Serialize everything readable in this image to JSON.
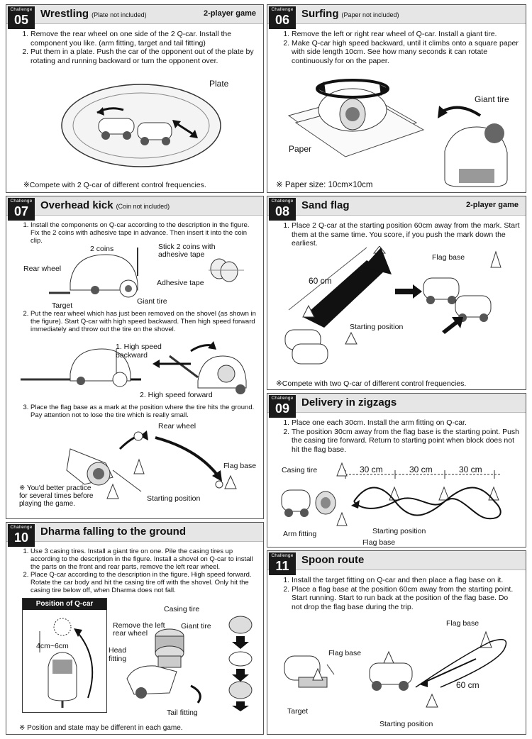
{
  "panels": {
    "c05": {
      "label": "Challenge",
      "num": "05",
      "title": "Wrestling",
      "note": "(Plate not included)",
      "badge": "2-player game",
      "steps": [
        "Remove the rear wheel on one side of the 2 Q-car. Install the component you like. (arm fitting, target and tail fitting)",
        "Put them in a plate. Push the car of the opponent out of the plate by rotating and running backward or turn the opponent over."
      ],
      "labels": {
        "plate": "Plate"
      },
      "footnote": "※Compete with 2 Q-car of different control frequencies."
    },
    "c06": {
      "label": "Challenge",
      "num": "06",
      "title": "Surfing",
      "note": "(Paper not included)",
      "steps": [
        "Remove the left or right rear wheel of Q-car. Install a giant tire.",
        "Make Q-car high speed backward, until it climbs onto a square paper with side length 10cm. See how many seconds it can rotate continuously for on the paper."
      ],
      "labels": {
        "giant_tire": "Giant tire",
        "paper": "Paper"
      },
      "footnote": "※  Paper size: 10cm×10cm"
    },
    "c07": {
      "label": "Challenge",
      "num": "07",
      "title": "Overhead kick",
      "note": "(Coin not included)",
      "steps": [
        "Install the components on Q-car according to the description in the figure. Fix the 2 coins with adhesive tape in advance. Then insert it into the coin clip.",
        "Put the rear wheel which has just been removed on the shovel (as shown in the figure). Start Q-car with high speed backward. Then high speed forward immediately and throw out the tire on the shovel.",
        "Place the flag base as a mark at the position where the tire hits the ground. Pay attention not to lose the tire which is really small."
      ],
      "labels": {
        "coins": "2 coins",
        "stick": "Stick 2 coins with adhesive tape",
        "rear_wheel": "Rear wheel",
        "adhesive": "Adhesive tape",
        "target": "Target",
        "giant_tire": "Giant tire",
        "high_back": "1. High speed backward",
        "high_fwd": "2. High speed forward",
        "rear_wheel2": "Rear wheel",
        "flag_base": "Flag base",
        "start": "Starting position"
      },
      "footnote": "※  You'd better practice for several times before playing the game."
    },
    "c08": {
      "label": "Challenge",
      "num": "08",
      "title": "Sand flag",
      "badge": "2-player game",
      "steps": [
        "Place 2 Q-car at the starting position 60cm away from the mark. Start them at the same time. You score, if you push the mark down the earliest."
      ],
      "labels": {
        "dist": "60 cm",
        "flag_base": "Flag base",
        "start": "Starting position"
      },
      "footnote": "※Compete with two Q-car of different control frequencies."
    },
    "c09": {
      "label": "Challenge",
      "num": "09",
      "title": "Delivery in zigzags",
      "steps": [
        "Place one each 30cm. Install the arm fitting on Q-car.",
        "The position 30cm away from the flag base is the starting point. Push the casing tire forward. Return to starting point when block does not hit the flag base."
      ],
      "labels": {
        "casing": "Casing tire",
        "d1": "30 cm",
        "d2": "30 cm",
        "d3": "30 cm",
        "start": "Starting position",
        "arm": "Arm fitting",
        "flag_base": "Flag base"
      }
    },
    "c10": {
      "label": "Challenge",
      "num": "10",
      "title": "Dharma falling to the ground",
      "steps": [
        "Use 3 casing tires. Install a giant tire on one. Pile the casing tires up according to the description in the figure. Install a shovel on Q-car to install the parts on the front and rear parts, remove the left rear wheel.",
        "Place Q-car according to the description in the figure. High speed forward. Rotate the car body and hit the casing tire off with the shovel. Only hit the casing tire below off, when Dharma does not fall."
      ],
      "labels": {
        "pos_title": "Position of Q-car",
        "dist": "4cm~6cm",
        "casing": "Casing tire",
        "remove": "Remove the left rear wheel",
        "giant": "Giant tire",
        "head": "Head fitting",
        "tail": "Tail fitting"
      },
      "footnote": "※  Position and state may be different in each game."
    },
    "c11": {
      "label": "Challenge",
      "num": "11",
      "title": "Spoon route",
      "steps": [
        "Install the target fitting on Q-car and then place a flag base on it.",
        "Place a flag base at the position 60cm away from the starting point. Start running. Start to run back at the position of the flag base. Do not drop the flag base during the trip."
      ],
      "labels": {
        "flag_base1": "Flag base",
        "flag_base2": "Flag base",
        "dist": "60 cm",
        "target": "Target",
        "start": "Starting position"
      }
    }
  }
}
